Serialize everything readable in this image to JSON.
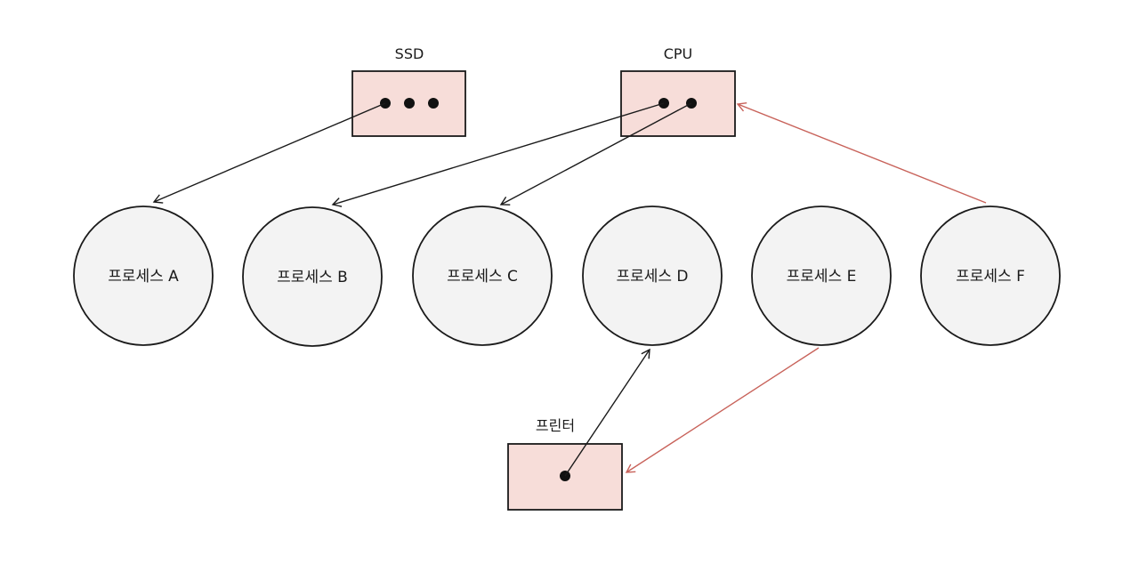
{
  "resources": {
    "ssd": {
      "label": "SSD"
    },
    "cpu": {
      "label": "CPU"
    },
    "printer": {
      "label": "프린터"
    }
  },
  "processes": [
    {
      "label": "프로세스 A"
    },
    {
      "label": "프로세스 B"
    },
    {
      "label": "프로세스 C"
    },
    {
      "label": "프로세스 D"
    },
    {
      "label": "프로세스 E"
    },
    {
      "label": "프로세스 F"
    }
  ],
  "colors": {
    "resource_fill": "#f7ddd9",
    "process_fill": "#f3f3f3",
    "allocation_edge": "#1a1a1a",
    "request_edge": "#c8625a"
  }
}
